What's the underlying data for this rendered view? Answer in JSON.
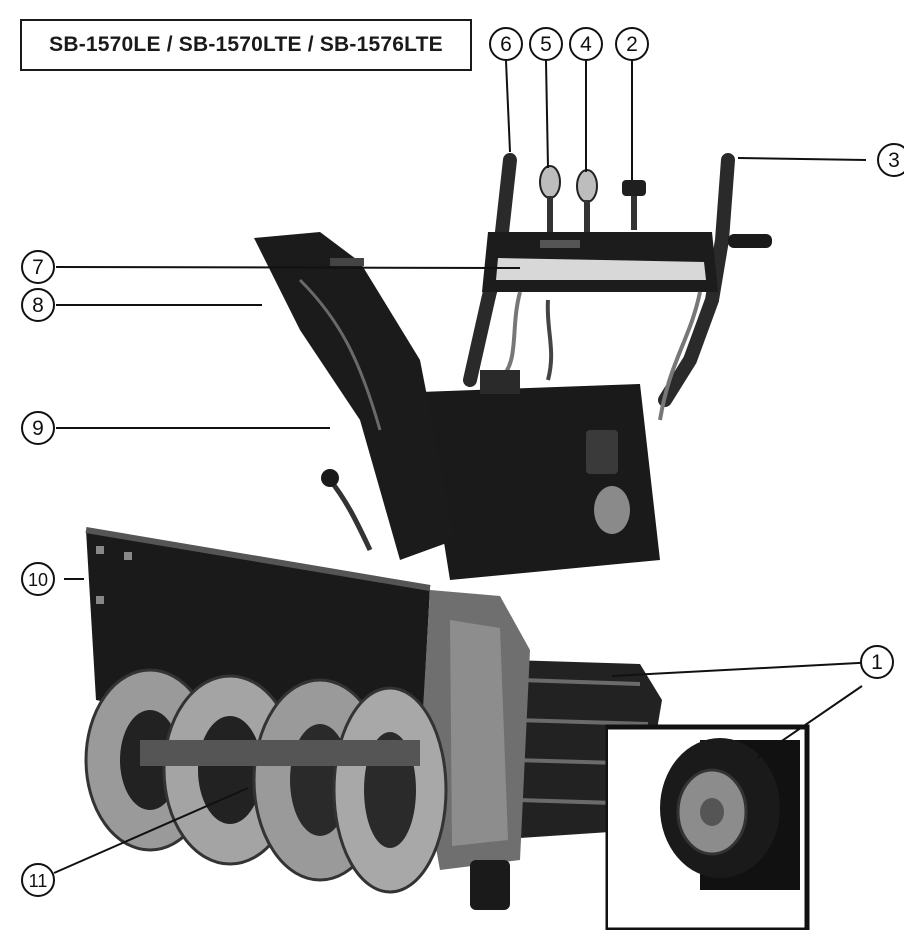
{
  "header": {
    "models": "SB-1570LE / SB-1570LTE / SB-1576LTE"
  },
  "callouts": [
    {
      "num": "1",
      "part": "track"
    },
    {
      "num": "2",
      "part": "knob"
    },
    {
      "num": "3",
      "part": "right-handle"
    },
    {
      "num": "4",
      "part": "lever"
    },
    {
      "num": "5",
      "part": "lever"
    },
    {
      "num": "6",
      "part": "left-handle"
    },
    {
      "num": "7",
      "part": "control-panel"
    },
    {
      "num": "8",
      "part": "chute-deflector"
    },
    {
      "num": "9",
      "part": "discharge-chute"
    },
    {
      "num": "10",
      "part": "auger-housing"
    },
    {
      "num": "11",
      "part": "auger"
    }
  ],
  "colors": {
    "ink": "#111111",
    "dark": "#1c1c1c",
    "metal": "#8a8a8a",
    "light": "#c8c8c8"
  }
}
